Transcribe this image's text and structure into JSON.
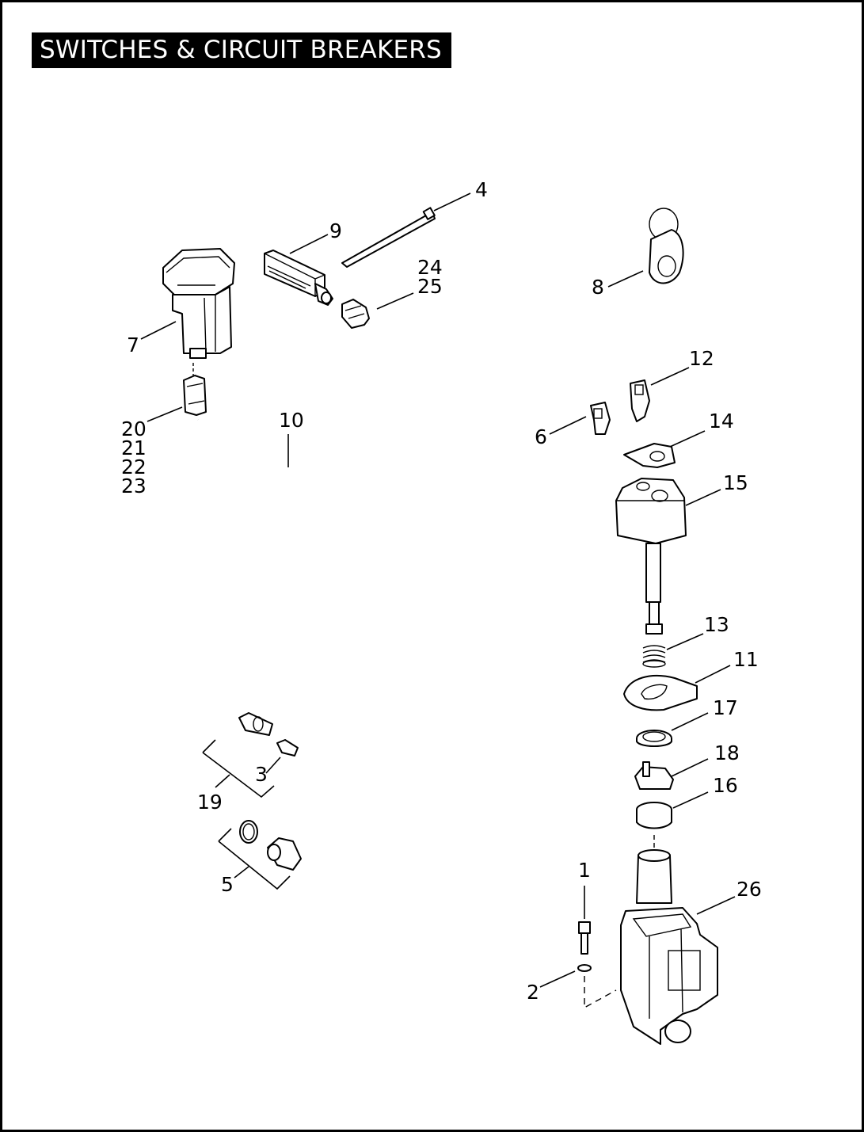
{
  "title": "SWITCHES & CIRCUIT BREAKERS",
  "callouts": [
    {
      "id": "callout-1",
      "text": "1"
    },
    {
      "id": "callout-2",
      "text": "2"
    },
    {
      "id": "callout-3",
      "text": "3"
    },
    {
      "id": "callout-4",
      "text": "4"
    },
    {
      "id": "callout-5",
      "text": "5"
    },
    {
      "id": "callout-6",
      "text": "6"
    },
    {
      "id": "callout-7",
      "text": "7"
    },
    {
      "id": "callout-8",
      "text": "8"
    },
    {
      "id": "callout-9",
      "text": "9"
    },
    {
      "id": "callout-10",
      "text": "10"
    },
    {
      "id": "callout-11",
      "text": "11"
    },
    {
      "id": "callout-12",
      "text": "12"
    },
    {
      "id": "callout-13",
      "text": "13"
    },
    {
      "id": "callout-14",
      "text": "14"
    },
    {
      "id": "callout-15",
      "text": "15"
    },
    {
      "id": "callout-16",
      "text": "16"
    },
    {
      "id": "callout-17",
      "text": "17"
    },
    {
      "id": "callout-18",
      "text": "18"
    },
    {
      "id": "callout-19",
      "text": "19"
    },
    {
      "id": "callout-20",
      "text": "20"
    },
    {
      "id": "callout-21",
      "text": "21"
    },
    {
      "id": "callout-22",
      "text": "22"
    },
    {
      "id": "callout-23",
      "text": "23"
    },
    {
      "id": "callout-24",
      "text": "24"
    },
    {
      "id": "callout-25",
      "text": "25"
    },
    {
      "id": "callout-26",
      "text": "26"
    }
  ]
}
